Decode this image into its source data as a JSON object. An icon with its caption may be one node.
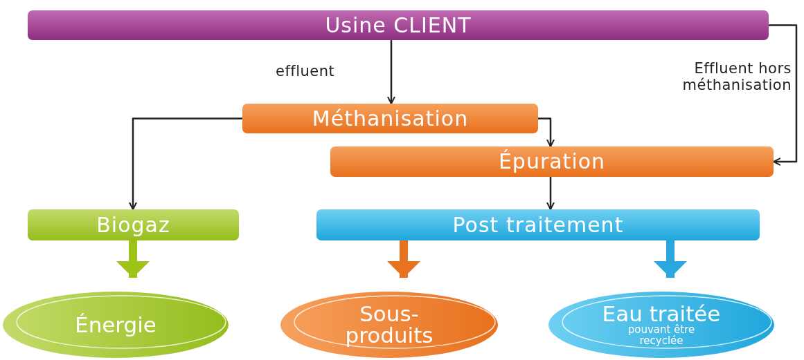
{
  "diagram": {
    "nodes": [
      {
        "text": [
          "Usine CLIENT"
        ]
      },
      {
        "text": [
          "Méthanisation"
        ]
      },
      {
        "text": [
          "Épuration"
        ]
      },
      {
        "text": [
          "Biogaz"
        ]
      },
      {
        "text": [
          "Post traitement"
        ]
      },
      {
        "text": [
          "Énergie"
        ]
      },
      {
        "text": [
          "Sous-produits"
        ]
      },
      {
        "text": [
          "Eau traitée",
          "pouvant être recyclée"
        ]
      }
    ],
    "edges": [
      {
        "from": 0,
        "to": 1,
        "arrow": "to",
        "label": "effluent"
      },
      {
        "from": 0,
        "to": 2,
        "arrow": "to",
        "label": "Effluent hors méthanisation"
      },
      {
        "from": 1,
        "to": 2,
        "arrow": "to"
      },
      {
        "from": 1,
        "to": 3,
        "arrow": "to"
      },
      {
        "from": 2,
        "to": 4,
        "arrow": "to"
      },
      {
        "from": 3,
        "to": 5,
        "arrow": "to",
        "style": "thick",
        "color": "#9dc31a"
      },
      {
        "from": 4,
        "to": 6,
        "arrow": "to",
        "style": "thick",
        "color": "#e8731e"
      },
      {
        "from": 4,
        "to": 7,
        "arrow": "to",
        "style": "thick",
        "color": "#2aa7dc"
      }
    ]
  }
}
